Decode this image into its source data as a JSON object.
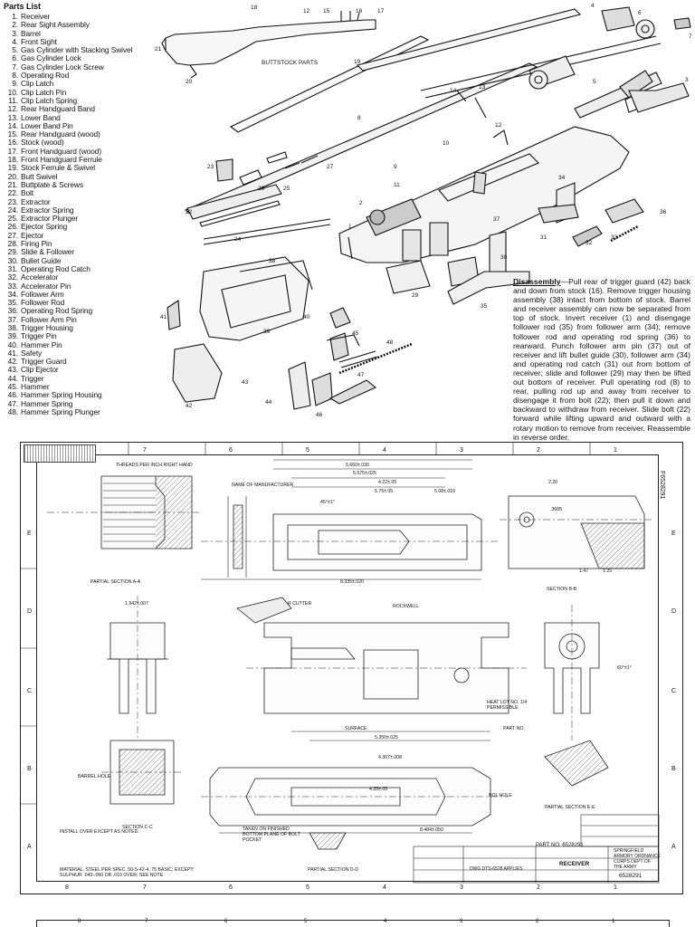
{
  "parts_list": {
    "title": "Parts List",
    "items": [
      {
        "n": "1.",
        "label": "Receiver"
      },
      {
        "n": "2.",
        "label": "Rear Sight Assembly"
      },
      {
        "n": "3.",
        "label": "Barrel"
      },
      {
        "n": "4.",
        "label": "Front Sight"
      },
      {
        "n": "5.",
        "label": "Gas Cylinder with Stacking Swivel"
      },
      {
        "n": "6.",
        "label": "Gas Cylinder Lock"
      },
      {
        "n": "7.",
        "label": "Gas Cylinder Lock Screw"
      },
      {
        "n": "8.",
        "label": "Operating Rod"
      },
      {
        "n": "9.",
        "label": "Clip Latch"
      },
      {
        "n": "10.",
        "label": "Clip Latch Pin"
      },
      {
        "n": "11.",
        "label": "Clip Latch Spring"
      },
      {
        "n": "12.",
        "label": "Rear Handguard Band"
      },
      {
        "n": "13.",
        "label": "Lower Band"
      },
      {
        "n": "14.",
        "label": "Lower Band Pin"
      },
      {
        "n": "15.",
        "label": "Rear Handguard (wood)"
      },
      {
        "n": "16.",
        "label": "Stock (wood)"
      },
      {
        "n": "17.",
        "label": "Front Handguard (wood)"
      },
      {
        "n": "18.",
        "label": "Front Handguard Ferrule"
      },
      {
        "n": "19.",
        "label": "Stock Ferrule & Swivel"
      },
      {
        "n": "20.",
        "label": "Butt Swivel"
      },
      {
        "n": "21.",
        "label": "Buttplate & Screws"
      },
      {
        "n": "22.",
        "label": "Bolt"
      },
      {
        "n": "23.",
        "label": "Extractor"
      },
      {
        "n": "24.",
        "label": "Extractor Spring"
      },
      {
        "n": "25.",
        "label": "Extractor Plunger"
      },
      {
        "n": "26.",
        "label": "Ejector Spring"
      },
      {
        "n": "27.",
        "label": "Ejector"
      },
      {
        "n": "28.",
        "label": "Firing Pin"
      },
      {
        "n": "29.",
        "label": "Slide & Follower"
      },
      {
        "n": "30.",
        "label": "Bullet Guide"
      },
      {
        "n": "31.",
        "label": "Operating Rod Catch"
      },
      {
        "n": "32.",
        "label": "Accelerator"
      },
      {
        "n": "33.",
        "label": "Accelerator Pin"
      },
      {
        "n": "34.",
        "label": "Follower Arm"
      },
      {
        "n": "35.",
        "label": "Follower Rod"
      },
      {
        "n": "36.",
        "label": "Operating Rod Spring"
      },
      {
        "n": "37.",
        "label": "Follower Arm Pin"
      },
      {
        "n": "38.",
        "label": "Trigger Housing"
      },
      {
        "n": "39.",
        "label": "Trigger Pin"
      },
      {
        "n": "40.",
        "label": "Hammer Pin"
      },
      {
        "n": "41.",
        "label": "Safety"
      },
      {
        "n": "42.",
        "label": "Trigger Guard"
      },
      {
        "n": "43.",
        "label": "Clip Ejector"
      },
      {
        "n": "44.",
        "label": "Trigger"
      },
      {
        "n": "45.",
        "label": "Hammer"
      },
      {
        "n": "46.",
        "label": "Hammer Spring Housing"
      },
      {
        "n": "47.",
        "label": "Hammer Spring"
      },
      {
        "n": "48.",
        "label": "Hammer Spring Plunger"
      }
    ]
  },
  "exploded_view": {
    "buttstock_caption": "BUTTSTOCK PARTS",
    "callouts": [
      "18",
      "12",
      "15",
      "16",
      "17",
      "19",
      "21",
      "20",
      "4",
      "6",
      "7",
      "14",
      "13",
      "12",
      "5",
      "3",
      "8",
      "10",
      "11",
      "9",
      "23",
      "26",
      "25",
      "27",
      "2",
      "1",
      "37",
      "34",
      "31",
      "32",
      "33",
      "22",
      "24",
      "36",
      "30",
      "29",
      "35",
      "38",
      "40",
      "39",
      "45",
      "48",
      "41",
      "43",
      "47",
      "44",
      "46",
      "42"
    ]
  },
  "disassembly": {
    "heading": "Disassembly",
    "body": "—Pull rear of trigger guard (42) back and down from stock (16). Remove trigger housing assembly (38) intact from bottom of stock. Barrel and receiver assembly can now be separated from top of stock. Invert receiver (1) and disengage follower rod (35) from follower arm (34); remove follower rod and operating rod spring (36) to rearward. Punch follower arm pin (37) out of receiver and lift bullet guide (30), follower arm (34) and operating rod catch (31) out from bottom of receiver; slide and follower (29) may then be lifted out bottom of receiver. Pull operating rod (8) to rear, pulling rod up and away from receiver to disengage it from bolt (22); then pull it down and backward to withdraw from receiver. Slide bolt (22) forward while lifting upward and outward with a rotary motion to remove from receiver. Reassemble in reverse order."
  },
  "drawing": {
    "zone_numbers_top": [
      "8",
      "7",
      "6",
      "5",
      "4",
      "3",
      "2",
      "1"
    ],
    "zone_letters_left": [
      "E",
      "D",
      "C",
      "B",
      "A"
    ],
    "side_code": "F6528291",
    "labels": {
      "threads": "THREADS PER INCH RIGHT HAND",
      "name_of_manufacturer": "NAME OF MANUFACTURER",
      "section_bb": "SECTION B-B",
      "section_cc": "SECTION C-C",
      "section_dd": "PARTIAL SECTION D-D",
      "section_ee": "PARTIAL SECTION E-E",
      "section_aa": "PARTIAL SECTION A-A",
      "cutter": "R CUTTER",
      "rockwell": "ROCKWELL",
      "surface": "SURFACE",
      "bolt_hole": "BOL HOLE",
      "heat_lot": "HEAT LOT NO. 1/4 PERMISSIBLE",
      "part_no_label": "PART NO.",
      "barrel_hole": "BARREL HOLE",
      "taken_on": "TAKEN ON FINISHED BOTTOM PLANE OF BOLT POCKET",
      "note_install": "INSTALL OVER EXCEPT AS NOTED.",
      "note_material": "MATERIAL: STEEL PER SPEC. 50-S-42-4, 75 BASIC; EXCEPT: SULPHUR .040-.060 OR .010 OVER; SEE NOTE"
    },
    "dims": [
      "5.660±.030",
      "5.575±.025",
      "4.22±.05",
      "5.75±.05",
      "5.08±.010",
      "8.335±.020",
      "4.307±.008",
      "4.35±.05",
      "8.484±.050",
      "5.350±.025",
      "1.942±.007",
      ".3605",
      "2.20",
      "1.47",
      "1.25",
      "45°±1°",
      "60°±1°"
    ],
    "title_block": {
      "part_no": "PART NO. 6528291",
      "title": "RECEIVER",
      "maker": "SPRINGFIELD ARMORY ORDNANCE CORPS DEPT OF THE ARMY",
      "dwg_no": "6528291",
      "drawn": "DWG DTS-6528 APPLIES"
    }
  },
  "bottom_sheet": {
    "zone_numbers": [
      "8",
      "7",
      "6",
      "5",
      "4",
      "3",
      "2",
      "1"
    ]
  }
}
